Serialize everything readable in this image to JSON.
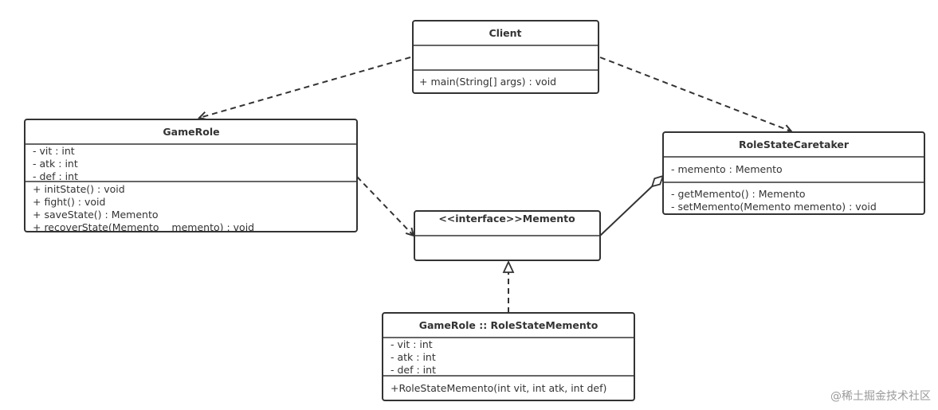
{
  "classes": {
    "client": {
      "name": "Client",
      "attributes": [],
      "methods": [
        "+ main(String[] args) : void"
      ]
    },
    "game_role": {
      "name": "GameRole",
      "attributes": [
        "- vit : int",
        "- atk : int",
        "- def : int"
      ],
      "methods": [
        "+ initState() : void",
        "+ fight() : void",
        "+ saveState() : Memento",
        "+ recoverState(Memento    memento) : void"
      ]
    },
    "caretaker": {
      "name": "RoleStateCaretaker",
      "attributes": [
        "- memento : Memento"
      ],
      "methods": [
        "- getMemento() : Memento",
        "- setMemento(Memento memento) : void"
      ]
    },
    "memento": {
      "name": "<<interface>>Memento",
      "attributes": [],
      "methods": []
    },
    "role_state_memento": {
      "name": "GameRole :: RoleStateMemento",
      "attributes": [
        "- vit : int",
        "- atk : int",
        "- def : int"
      ],
      "methods": [
        "+RoleStateMemento(int vit, int atk, int def)"
      ]
    }
  },
  "relations": [
    {
      "from": "Client",
      "to": "GameRole",
      "type": "dependency"
    },
    {
      "from": "Client",
      "to": "RoleStateCaretaker",
      "type": "dependency"
    },
    {
      "from": "GameRole",
      "to": "Memento",
      "type": "dependency"
    },
    {
      "from": "RoleStateCaretaker",
      "to": "Memento",
      "type": "aggregation"
    },
    {
      "from": "GameRole :: RoleStateMemento",
      "to": "Memento",
      "type": "realization"
    }
  ],
  "watermark": "@稀土掘金技术社区"
}
